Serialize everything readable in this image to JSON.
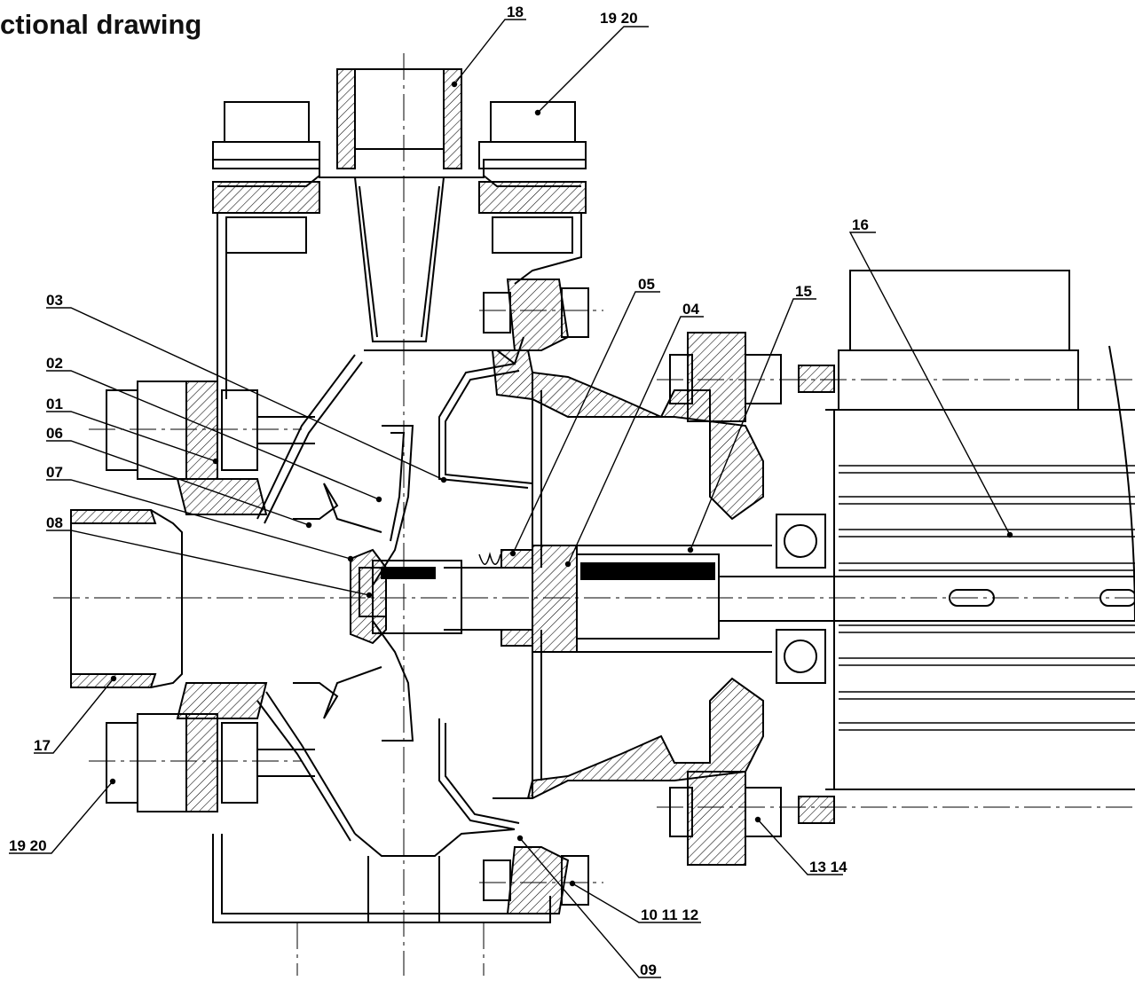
{
  "title": "ctional drawing",
  "callouts": [
    {
      "id": "18",
      "text": "18"
    },
    {
      "id": "19-20-top",
      "text": "19 20"
    },
    {
      "id": "16",
      "text": "16"
    },
    {
      "id": "15",
      "text": "15"
    },
    {
      "id": "05",
      "text": "05"
    },
    {
      "id": "04",
      "text": "04"
    },
    {
      "id": "03",
      "text": "03"
    },
    {
      "id": "02",
      "text": "02"
    },
    {
      "id": "01",
      "text": "01"
    },
    {
      "id": "06",
      "text": "06"
    },
    {
      "id": "07",
      "text": "07"
    },
    {
      "id": "08",
      "text": "08"
    },
    {
      "id": "17",
      "text": "17"
    },
    {
      "id": "19-20-bottom",
      "text": "19 20"
    },
    {
      "id": "13-14",
      "text": "13 14"
    },
    {
      "id": "10-11-12",
      "text": "10 11 12"
    },
    {
      "id": "09",
      "text": "09"
    }
  ]
}
